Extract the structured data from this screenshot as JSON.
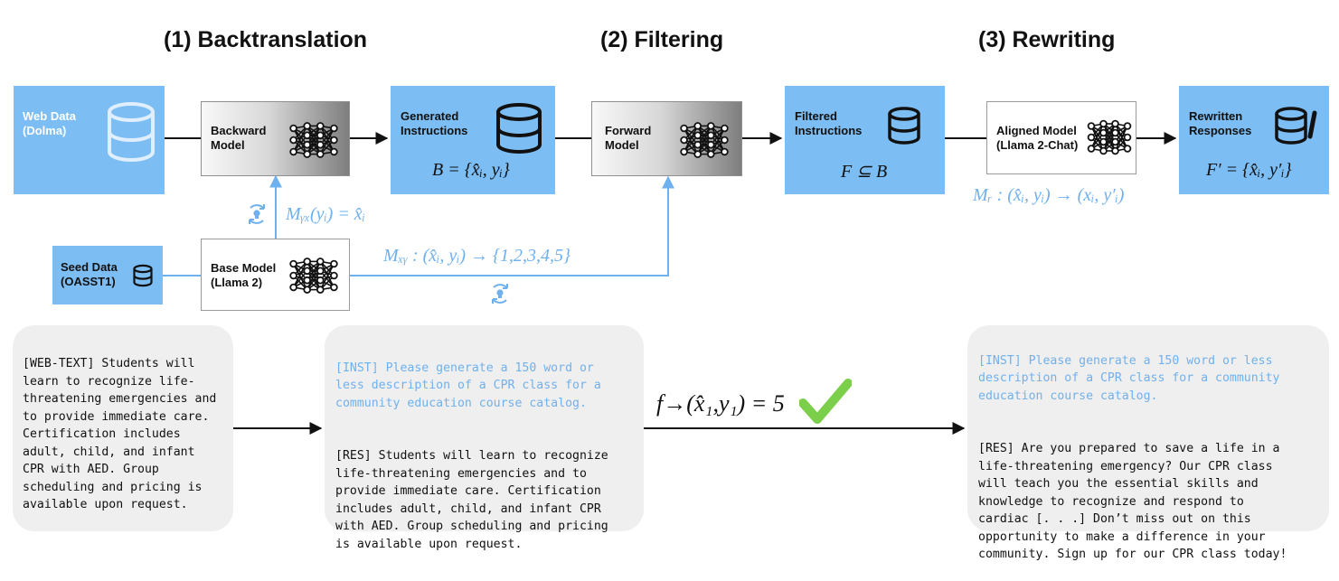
{
  "stages": {
    "backtranslation": "(1) Backtranslation",
    "filtering": "(2) Filtering",
    "rewriting": "(3) Rewriting"
  },
  "boxes": {
    "web_data": "Web Data\n(Dolma)",
    "backward_model": "Backward\nModel",
    "generated_instructions": "Generated\nInstructions",
    "forward_model": "Forward\nModel",
    "filtered_instructions": "Filtered\nInstructions",
    "aligned_model": "Aligned Model\n(Llama 2-Chat)",
    "rewritten_responses": "Rewritten\nResponses",
    "seed_data": "Seed Data\n(OASST1)",
    "base_model": "Base Model\n(Llama 2)"
  },
  "formulas": {
    "b_set": "B = {x̂ᵢ, yᵢ}",
    "f_subset": "F ⊆ B",
    "f_prime": "F′ = {x̂ᵢ, y′ᵢ}",
    "m_yx": "Mᵧₓ(yᵢ) = x̂ᵢ",
    "m_xy": "Mₓᵧ : (x̂ᵢ, yᵢ) → {1,2,3,4,5}",
    "m_r": "Mᵣ : (x̂ᵢ, yᵢ) → (xᵢ, y′ᵢ)",
    "score": "f→(x̂₁,y₁) = 5"
  },
  "examples": {
    "web_text": "[WEB-TEXT] Students will\nlearn to recognize life-\nthreatening emergencies and\nto provide immediate care.\nCertification includes\nadult, child, and infant\nCPR with AED. Group\nscheduling and pricing is\navailable upon request.",
    "generated_inst": "[INST] Please generate a 150 word or\nless description of a CPR class for a\ncommunity education course catalog.",
    "generated_res": "[RES] Students will learn to recognize\nlife-threatening emergencies and to\nprovide immediate care. Certification\nincludes adult, child, and infant CPR\nwith AED. Group scheduling and pricing\nis available upon request.",
    "rewritten_inst": "[INST] Please generate a 150 word or less\ndescription of a CPR class for a community\neducation course catalog.",
    "rewritten_res": "[RES] Are you prepared to save a life in a\nlife-threatening emergency? Our CPR class\nwill teach you the essential skills and\nknowledge to recognize and respond to\ncardiac [. . .] Don’t miss out on this\nopportunity to make a difference in your\ncommunity. Sign up for our CPR class today!"
  },
  "colors": {
    "box_blue": "#7cbdf3",
    "math_blue": "#6fb1ee",
    "check_green": "#7ccf4a",
    "card_gray": "#efefef"
  },
  "icons": [
    "database-icon",
    "neural-network-icon",
    "refresh-bulb-icon",
    "checkmark-icon"
  ]
}
